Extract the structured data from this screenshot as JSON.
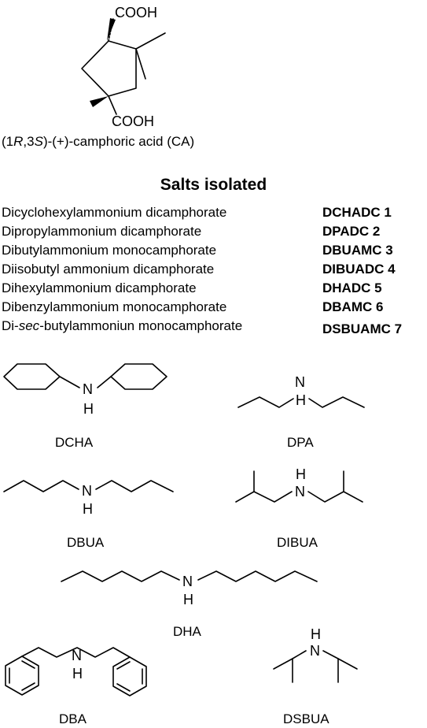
{
  "acid": {
    "cooh_top": "COOH",
    "cooh_bottom": "COOH",
    "caption_parts": [
      "(1",
      "R",
      ",3",
      "S",
      ")-(+)-camphoric acid (CA)"
    ]
  },
  "heading": "Salts isolated",
  "salts": [
    {
      "name": [
        "Dicyclohexylammonium  dicamphorate"
      ],
      "code": "DCHADC 1"
    },
    {
      "name": [
        "Dipropylammonium dicamphorate"
      ],
      "code": "DPADC 2"
    },
    {
      "name": [
        "Dibutylammonium  monocamphorate"
      ],
      "code": "DBUAMC 3"
    },
    {
      "name": [
        "Diisobutyl ammonium dicamphorate"
      ],
      "code": "DIBUADC 4"
    },
    {
      "name": [
        "Dihexylammonium  dicamphorate"
      ],
      "code": "DHADC 5"
    },
    {
      "name": [
        "Dibenzylammonium monocamphorate"
      ],
      "code": "DBAMC 6"
    },
    {
      "name": [
        "Di-",
        "sec",
        "-butylammoniun monocamphorate"
      ],
      "code": "DSBUAMC 7"
    }
  ],
  "amines": {
    "atom_n": "N",
    "atom_h": "H",
    "labels": {
      "dcha": "DCHA",
      "dpa": "DPA",
      "dbua": "DBUA",
      "dibua": "DIBUA",
      "dha": "DHA",
      "dba": "DBA",
      "dsbua": "DSBUA"
    }
  }
}
